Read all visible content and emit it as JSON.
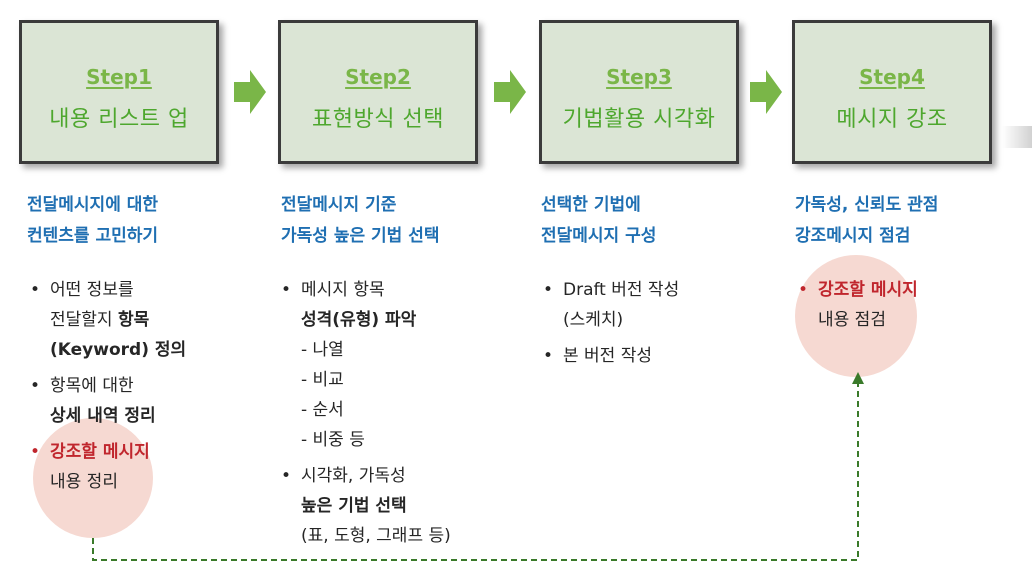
{
  "steps": [
    {
      "label": "Step1",
      "title": "내용 리스트 업"
    },
    {
      "label": "Step2",
      "title": "표현방식 선택"
    },
    {
      "label": "Step3",
      "title": "기법활용 시각화"
    },
    {
      "label": "Step4",
      "title": "메시지 강조"
    }
  ],
  "columns": [
    {
      "heading": [
        "전달메시지에 대한",
        "컨텐츠를 고민하기"
      ],
      "bullets": [
        {
          "lines": [
            [
              "어떤 정보를"
            ],
            [
              "전달할지 ",
              "항목"
            ],
            [
              "(Keyword) 정의"
            ]
          ]
        },
        {
          "lines": [
            [
              "항목에 대한"
            ],
            [
              "상세 내역 정리"
            ]
          ]
        },
        {
          "lines": [
            [
              "강조할 메시지"
            ],
            [
              "내용 정리"
            ]
          ]
        }
      ]
    },
    {
      "heading": [
        "전달메시지 기준",
        "가독성 높은 기법 선택"
      ],
      "bullets": [
        {
          "lines": [
            [
              "메시지 항목"
            ],
            [
              "성격(유형) 파악"
            ],
            [
              "- 나열"
            ],
            [
              "- 비교"
            ],
            [
              "- 순서"
            ],
            [
              "- 비중 등"
            ]
          ]
        },
        {
          "lines": [
            [
              "시각화, 가독성"
            ],
            [
              "높은 기법 선택"
            ],
            [
              "(표, 도형, 그래프 등)"
            ]
          ]
        }
      ]
    },
    {
      "heading": [
        "선택한 기법에",
        "전달메시지 구성"
      ],
      "bullets": [
        {
          "lines": [
            [
              "Draft 버전 작성"
            ],
            [
              "(스케치)"
            ]
          ]
        },
        {
          "lines": [
            [
              "본 버전 작성"
            ]
          ]
        }
      ]
    },
    {
      "heading": [
        "가독성, 신뢰도 관점",
        "강조메시지 점검"
      ],
      "bullets": [
        {
          "lines": [
            [
              "강조할 메시지"
            ],
            [
              "내용 점검"
            ]
          ]
        }
      ]
    }
  ],
  "colors": {
    "step_fill": "#dbe5d5",
    "step_text": "#4ea72e",
    "arrow": "#7ab648",
    "heading": "#1f6fb2",
    "emphasis": "#c0262d",
    "highlight_circle": "#f6d9d2",
    "connector": "#3a7a2a"
  },
  "icons": {
    "step_arrow": "right-arrow-icon",
    "connector_head": "up-arrow-head-icon"
  }
}
